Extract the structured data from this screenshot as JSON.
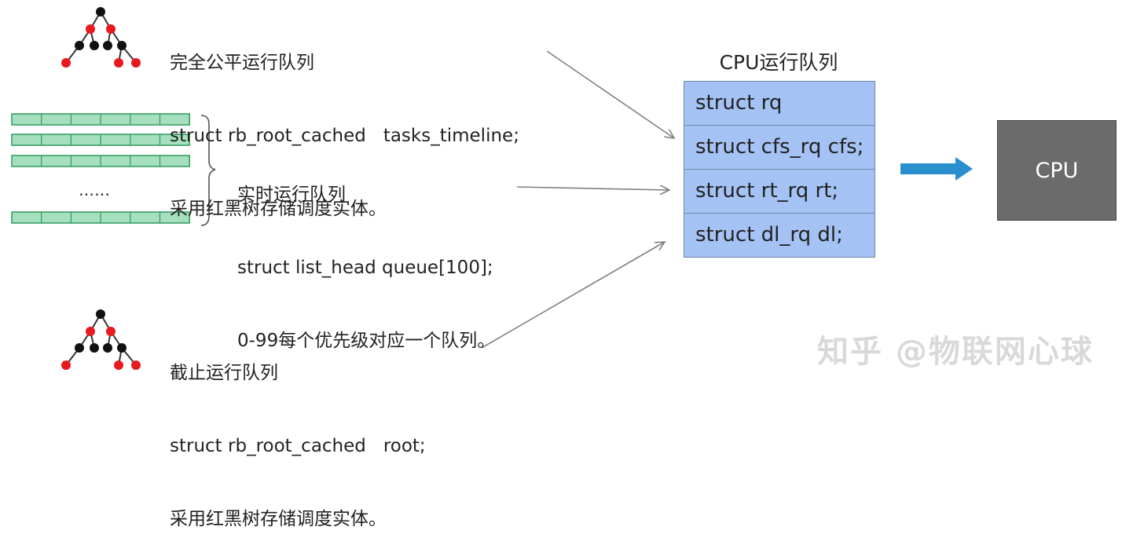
{
  "cfs": {
    "title": "完全公平运行队列",
    "line1": "struct rb_root_cached   tasks_timeline;",
    "line2": "采用红黑树存储调度实体。"
  },
  "rt": {
    "title": "实时运行队列",
    "line1": "struct list_head queue[100];",
    "line2": "0-99每个优先级对应一个队列。",
    "ellipsis": "……"
  },
  "dl": {
    "title": "截止运行队列",
    "line1": "struct rb_root_cached   root;",
    "line2": "采用红黑树存储调度实体。"
  },
  "runqueue": {
    "title": "CPU运行队列",
    "rows": [
      "struct rq",
      "struct cfs_rq cfs;",
      "struct rt_rq rt;",
      "struct dl_rq dl;"
    ]
  },
  "cpu": {
    "label": "CPU"
  },
  "watermark": "知乎 @物联网心球",
  "colors": {
    "rb_black": "#111111",
    "rb_red": "#e8191f",
    "list_fill": "#a5dfbd",
    "list_border": "#2e9a5e",
    "runqueue_fill": "#a4c2f4",
    "cpu_fill": "#6b6b6b",
    "arrow_blue": "#2a8fcd",
    "arrow_gray": "#7f7f7f"
  }
}
